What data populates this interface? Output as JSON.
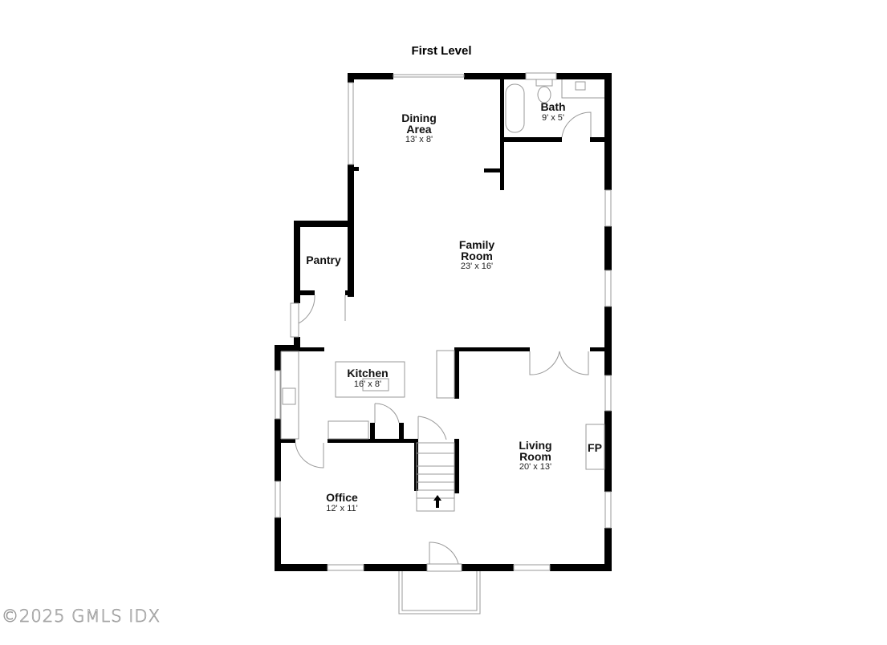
{
  "title": "First Level",
  "rooms": [
    {
      "name": "Dining\nArea",
      "line1": "Dining",
      "line2": "Area",
      "size": "13' x 8'"
    },
    {
      "name": "Bath",
      "line1": "Bath",
      "size": "9' x 5'"
    },
    {
      "name": "Family Room",
      "line1": "Family",
      "line2": "Room",
      "size": "23' x 16'"
    },
    {
      "name": "Pantry",
      "line1": "Pantry"
    },
    {
      "name": "Kitchen",
      "line1": "Kitchen",
      "size": "16' x 8'"
    },
    {
      "name": "Living Room",
      "line1": "Living",
      "line2": "Room",
      "size": "20' x 13'"
    },
    {
      "name": "Office",
      "line1": "Office",
      "size": "12' x 11'"
    }
  ],
  "fireplace_label": "FP",
  "watermark": "©2025 GMLS IDX"
}
